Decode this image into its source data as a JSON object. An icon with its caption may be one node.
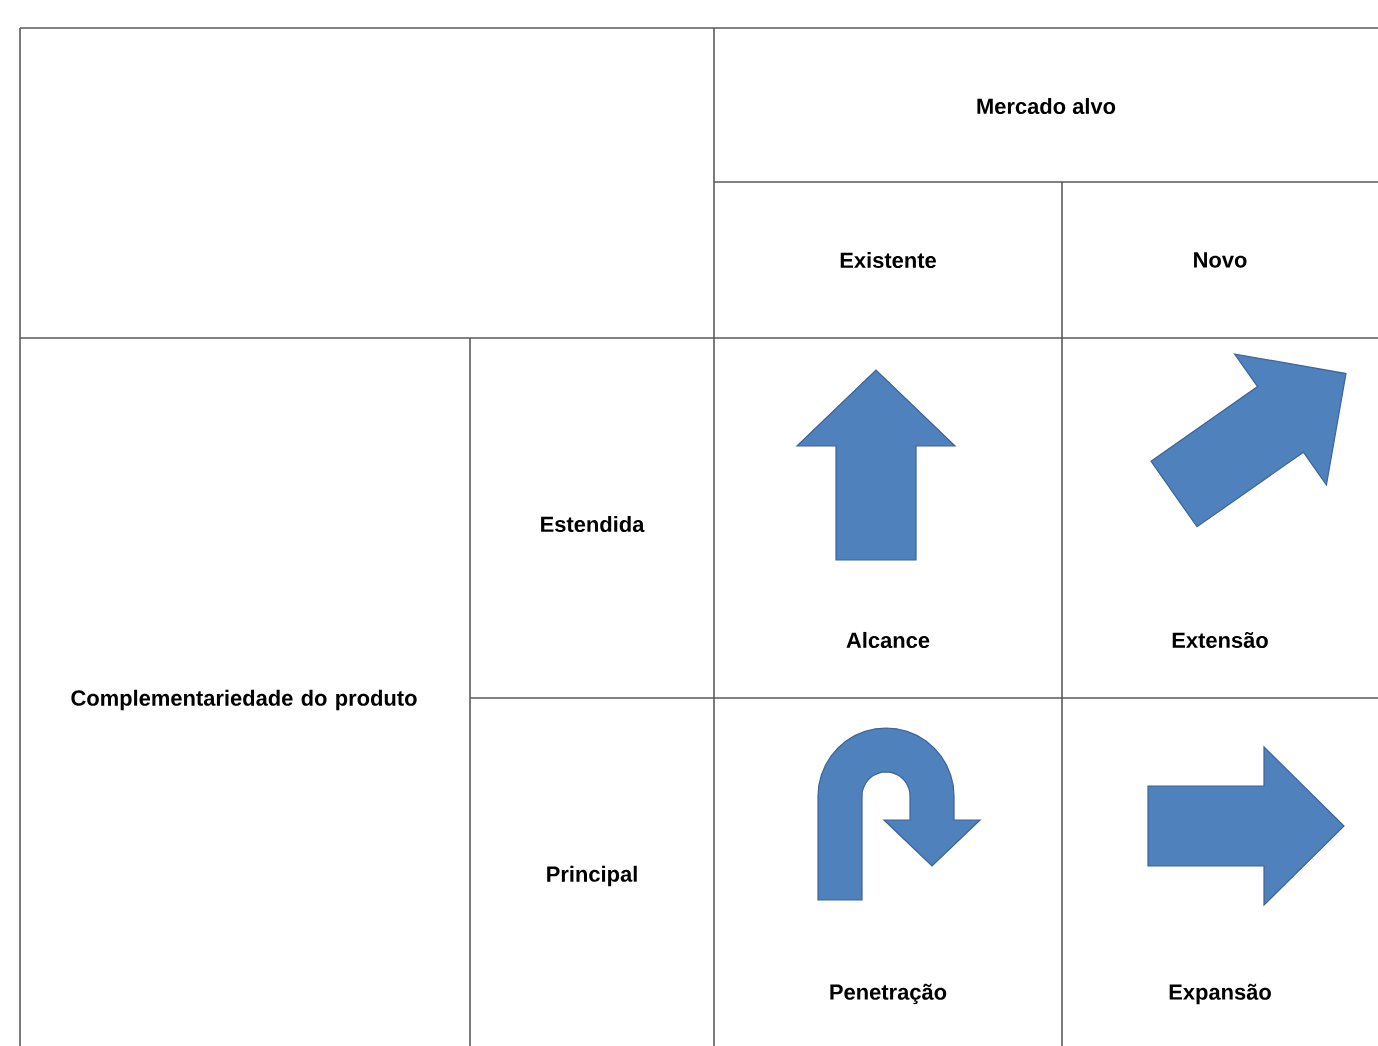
{
  "diagram": {
    "labels": [
      "Mercado alvo",
      "Existente",
      "Novo",
      "Complementariedade do produto",
      "Estendida",
      "Alcance",
      "Extensão",
      "Principal",
      "Penetração",
      "Expansão"
    ]
  }
}
